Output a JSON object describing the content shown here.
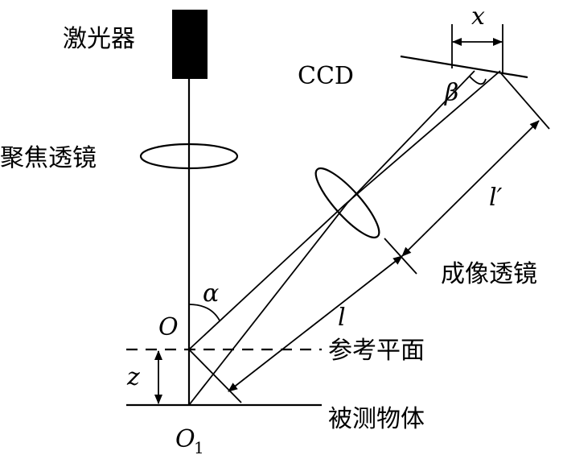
{
  "labels": {
    "laser": "激光器",
    "focus_lens": "聚焦透镜",
    "ccd": "CCD",
    "imaging_lens": "成像透镜",
    "reference_plane": "参考平面",
    "object": "被测物体",
    "origin_o": "O",
    "origin_o1": "O",
    "origin_o1_sub": "1",
    "alpha": "α",
    "beta": "β",
    "x": "x",
    "z": "z",
    "l": "l",
    "l_prime": "l′"
  },
  "colors": {
    "stroke": "#000000",
    "background": "#ffffff"
  }
}
